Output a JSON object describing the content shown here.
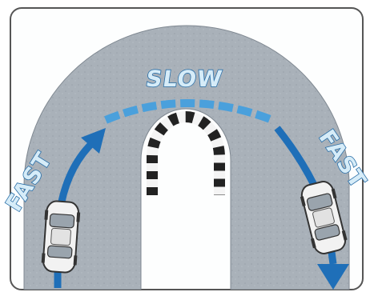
{
  "labels": {
    "slow": "SLOW",
    "fast_left": "FAST",
    "fast_right": "FAST"
  },
  "colors": {
    "road": "#a8b0b8",
    "road_dark": "#8e979f",
    "panel_bg": "#fdfefe",
    "frame": "#555555",
    "arrow": "#1f6fb8",
    "arrow_dark": "#0f5596",
    "slow_dashes": "#4aa0dc",
    "kerb_dark": "#222222",
    "kerb_light": "#f4f4f4",
    "car_body": "#f2f2f2",
    "car_outline": "#333333"
  },
  "icons": {
    "left_car": "car-top-view-icon",
    "right_car": "car-top-view-icon"
  }
}
